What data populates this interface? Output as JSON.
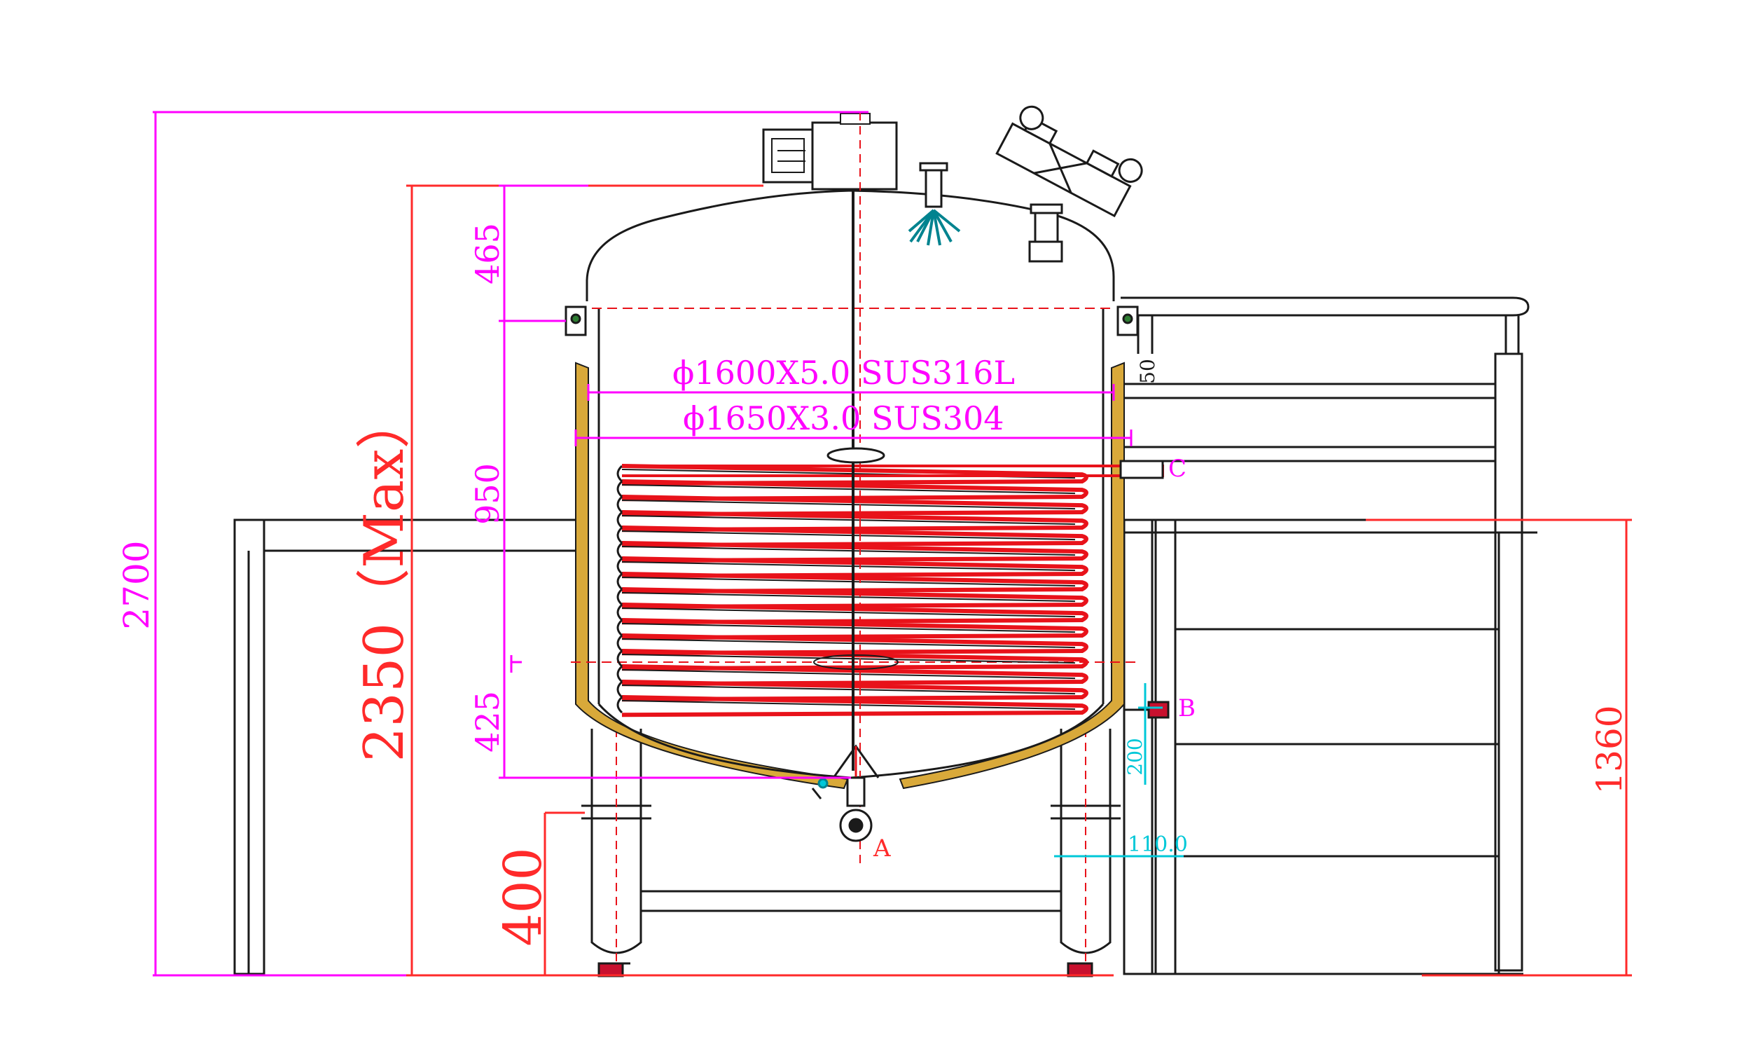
{
  "drawing": {
    "dimensions": {
      "overall_height": "2700",
      "vessel_height": "2350（Max）",
      "top_head": "465",
      "cylinder": "950",
      "bottom_head": "425",
      "leg_height": "400",
      "platform_height": "1360",
      "side_small": "50",
      "outlet_b_height": "200",
      "outlet_b_level": "110.0"
    },
    "specs": {
      "inner_shell": "ϕ1600X5.0 SUS316L",
      "outer_jacket": "ϕ1650X3.0 SUS304"
    },
    "nozzles": {
      "a": "A",
      "b": "B",
      "c": "C"
    },
    "colors": {
      "dimension_overall": "#ff00ff",
      "dimension_main": "#ff2a2a",
      "coil": "#e8121a",
      "jacket": "#d9a93a",
      "structure": "#1a1a1a",
      "annotation_cyan": "#00c8d8"
    }
  }
}
